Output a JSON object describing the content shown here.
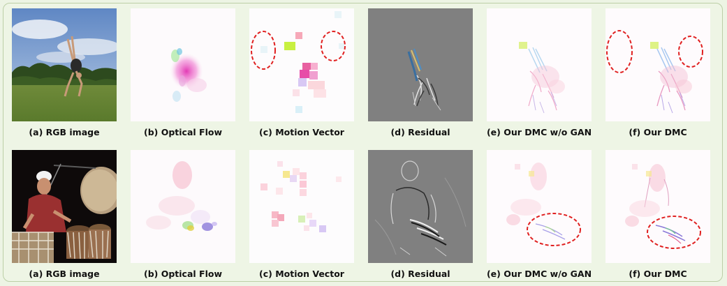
{
  "rows": [
    {
      "captions": [
        "(a) RGB image",
        "(b) Optical Flow",
        "(c) Motion Vector",
        "(d) Residual",
        "(e) Our DMC w/o GAN",
        "(f) Our DMC"
      ]
    },
    {
      "captions": [
        "(a) RGB image",
        "(b) Optical Flow",
        "(c) Motion Vector",
        "(d) Residual",
        "(e) Our DMC w/o GAN",
        "(f) Our DMC"
      ]
    }
  ],
  "colors": {
    "background": "#edf4e4",
    "frame_border": "#bccfa6",
    "annotation_circle": "#e02020",
    "residual_gray": "#808080"
  }
}
